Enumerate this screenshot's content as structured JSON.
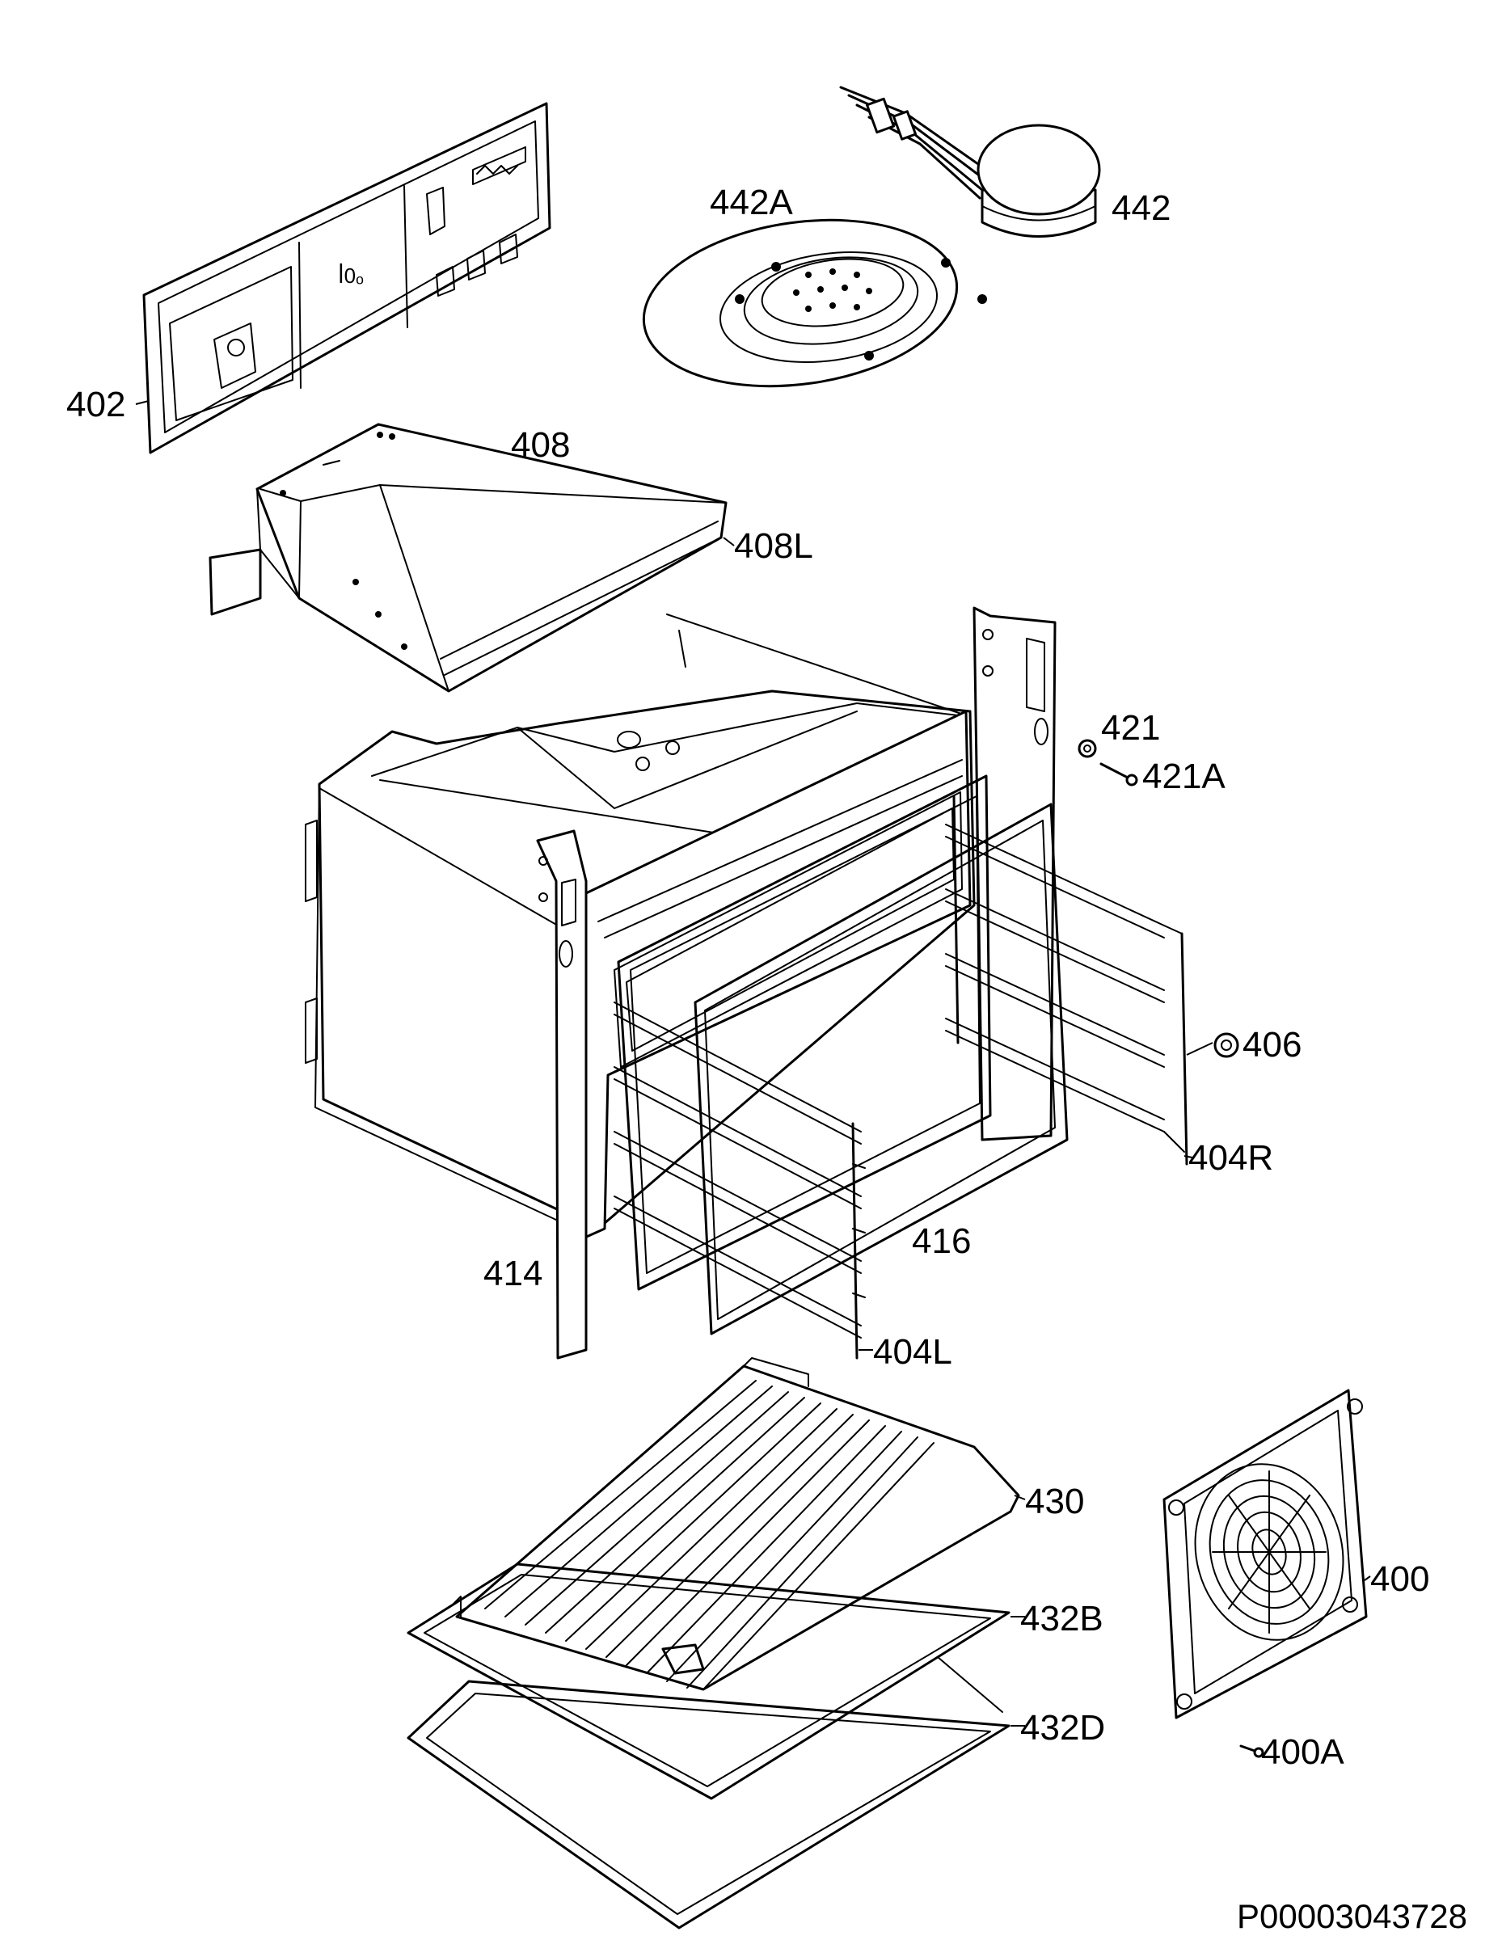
{
  "diagram": {
    "document_id": "P00003043728",
    "parts": [
      {
        "key": "p400",
        "label": "400"
      },
      {
        "key": "p400A",
        "label": "400A"
      },
      {
        "key": "p402",
        "label": "402"
      },
      {
        "key": "p404L",
        "label": "404L"
      },
      {
        "key": "p404R",
        "label": "404R"
      },
      {
        "key": "p406",
        "label": "406"
      },
      {
        "key": "p408",
        "label": "408"
      },
      {
        "key": "p408L",
        "label": "408L"
      },
      {
        "key": "p414",
        "label": "414"
      },
      {
        "key": "p416",
        "label": "416"
      },
      {
        "key": "p421",
        "label": "421"
      },
      {
        "key": "p421A",
        "label": "421A"
      },
      {
        "key": "p430",
        "label": "430"
      },
      {
        "key": "p432B",
        "label": "432B"
      },
      {
        "key": "p432D",
        "label": "432D"
      },
      {
        "key": "p442",
        "label": "442"
      },
      {
        "key": "p442A",
        "label": "442A"
      }
    ]
  }
}
